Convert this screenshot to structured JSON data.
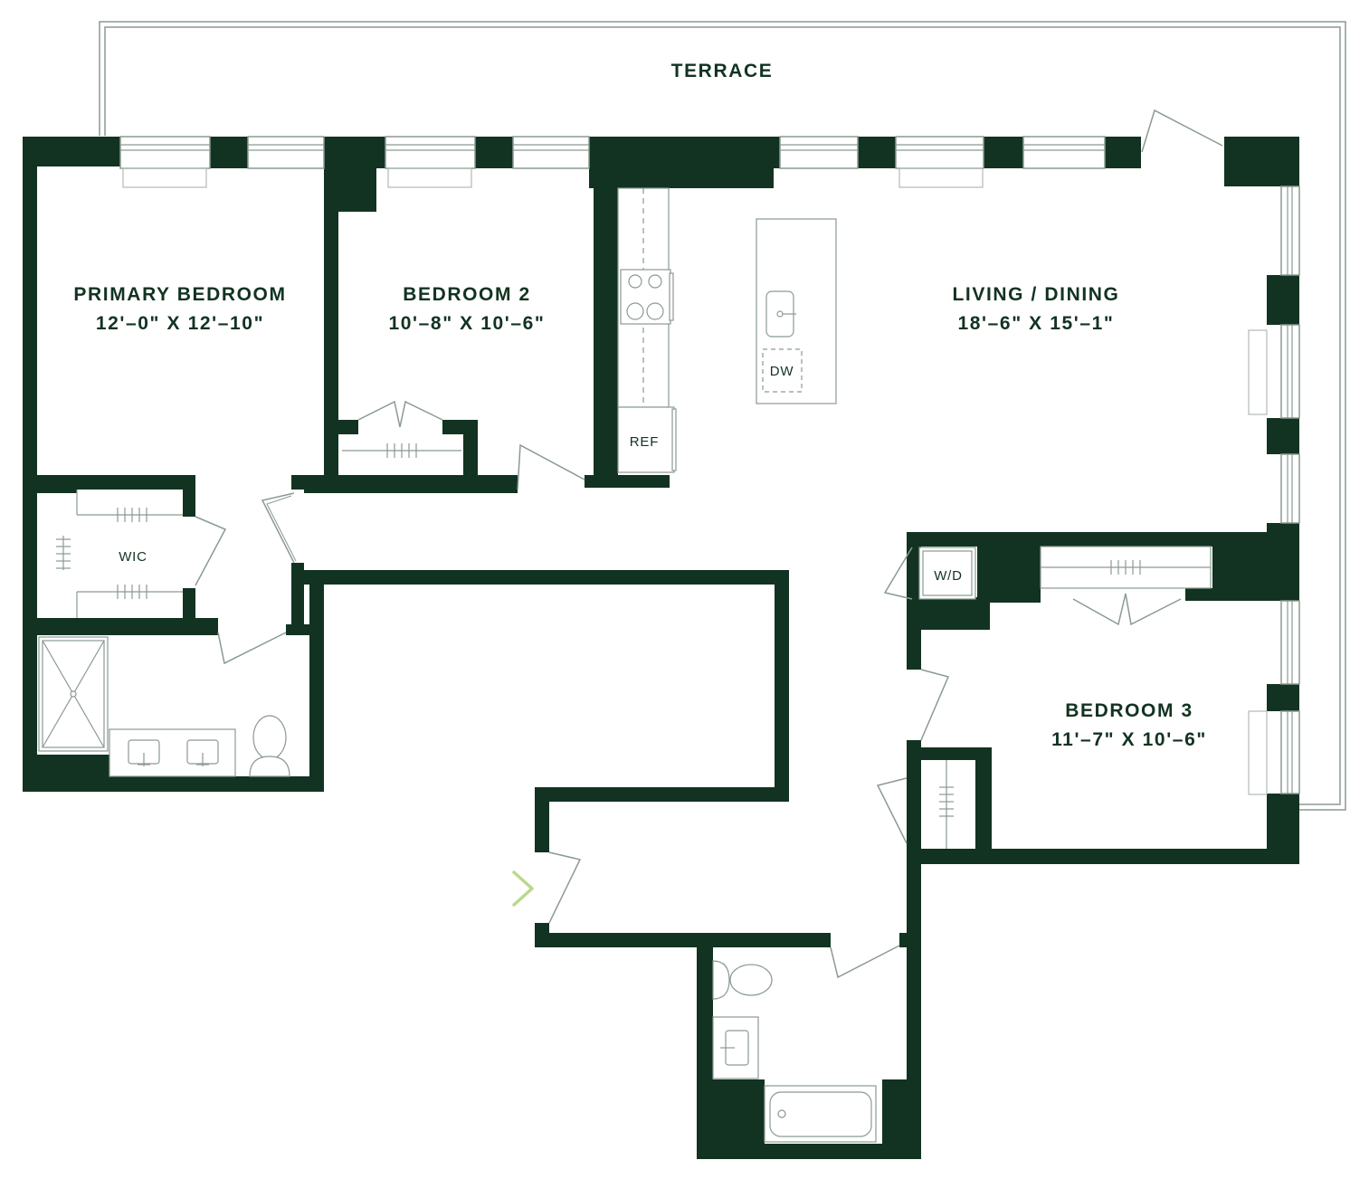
{
  "colors": {
    "wall": "#123321",
    "line": "#8a9a92",
    "fixture_line": "#6f7f77",
    "background": "#ffffff",
    "entry_arrow": "#b9d98a"
  },
  "rooms": {
    "terrace": {
      "name": "TERRACE"
    },
    "primary_bedroom": {
      "name": "PRIMARY BEDROOM",
      "dims": "12'–0\" X 12'–10\""
    },
    "bedroom_2": {
      "name": "BEDROOM 2",
      "dims": "10'–8\" X 10'–6\""
    },
    "living_dining": {
      "name": "LIVING / DINING",
      "dims": "18'–6\" X 15'–1\""
    },
    "bedroom_3": {
      "name": "BEDROOM 3",
      "dims": "11'–7\" X 10'–6\""
    }
  },
  "fixtures": {
    "wic": "WIC",
    "dishwasher": "DW",
    "refrigerator": "REF",
    "washer_dryer": "W/D"
  },
  "icons": {
    "entry": "entry-arrow-icon"
  }
}
